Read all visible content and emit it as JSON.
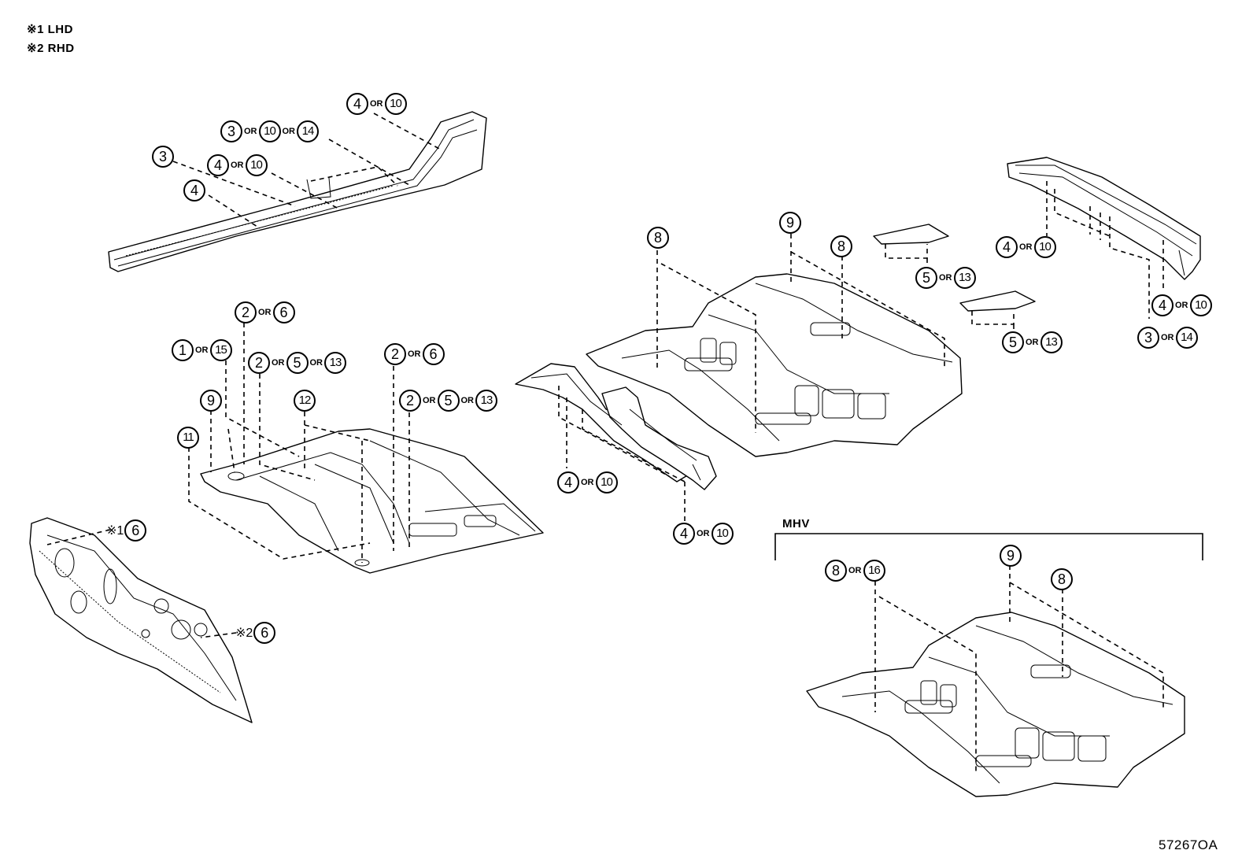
{
  "legend": [
    {
      "mark": "※1",
      "text": "LHD"
    },
    {
      "mark": "※2",
      "text": "RHD"
    }
  ],
  "mhv_label": "MHV",
  "diagram_code": "57267OA",
  "or_word": "OR",
  "callouts": [
    {
      "items": [
        "4",
        "10"
      ]
    },
    {
      "items": [
        "3",
        "10",
        "14"
      ]
    },
    {
      "items": [
        "3"
      ]
    },
    {
      "items": [
        "4",
        "10"
      ]
    },
    {
      "items": [
        "4"
      ]
    },
    {
      "items": [
        "2",
        "6"
      ]
    },
    {
      "items": [
        "1",
        "15"
      ]
    },
    {
      "items": [
        "2",
        "5",
        "13"
      ]
    },
    {
      "items": [
        "2",
        "6"
      ]
    },
    {
      "items": [
        "9"
      ]
    },
    {
      "items": [
        "12"
      ]
    },
    {
      "items": [
        "2",
        "5",
        "13"
      ]
    },
    {
      "items": [
        "11"
      ]
    },
    {
      "mark": "※1",
      "items": [
        "6"
      ]
    },
    {
      "mark": "※2",
      "items": [
        "6"
      ]
    },
    {
      "items": [
        "8"
      ]
    },
    {
      "items": [
        "9"
      ]
    },
    {
      "items": [
        "8"
      ]
    },
    {
      "items": [
        "5",
        "13"
      ]
    },
    {
      "items": [
        "5",
        "13"
      ]
    },
    {
      "items": [
        "4",
        "10"
      ]
    },
    {
      "items": [
        "4",
        "10"
      ]
    },
    {
      "items": [
        "3",
        "14"
      ]
    },
    {
      "items": [
        "4",
        "10"
      ]
    },
    {
      "items": [
        "4",
        "10"
      ]
    },
    {
      "items": [
        "8",
        "16"
      ]
    },
    {
      "items": [
        "9"
      ]
    },
    {
      "items": [
        "8"
      ]
    }
  ]
}
